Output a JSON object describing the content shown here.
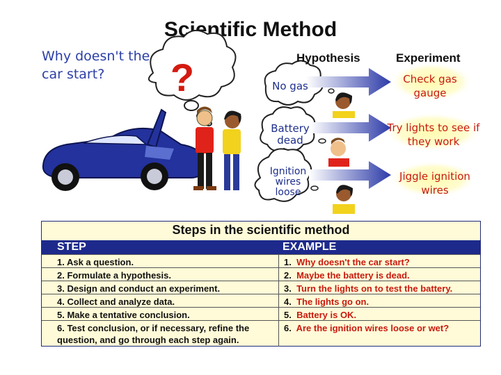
{
  "title": "Scientific Method",
  "question": "Why doesn't the car start?",
  "question_mark": "?",
  "headers": {
    "hypothesis": "Hypothesis",
    "experiment": "Experiment"
  },
  "hypotheses": [
    "No gas",
    "Battery dead",
    "Ignition wires loose"
  ],
  "experiments": [
    "Check gas gauge",
    "Try lights to see if they work",
    "Jiggle ignition wires"
  ],
  "table": {
    "title": "Steps in the scientific method",
    "step_header": "STEP",
    "example_header": "EXAMPLE",
    "rows": [
      {
        "step": "1.  Ask a question.",
        "num": "1.",
        "example": "Why doesn't the car start?"
      },
      {
        "step": "2.  Formulate a hypothesis.",
        "num": "2.",
        "example": "Maybe the battery is dead."
      },
      {
        "step": "3.  Design and conduct an experiment.",
        "num": "3.",
        "example": "Turn the lights on to test the battery."
      },
      {
        "step": "4.  Collect and analyze data.",
        "num": "4.",
        "example": "The lights go on."
      },
      {
        "step": "5.  Make a tentative conclusion.",
        "num": "5.",
        "example": "Battery is OK."
      },
      {
        "step": "6.  Test conclusion, or if necessary, refine the question, and go through each step again.",
        "num": "6.",
        "example": "Are the ignition wires loose or wet?"
      }
    ]
  },
  "colors": {
    "blue_text": "#2b3fa6",
    "red_text": "#c81a0f",
    "header_bg": "#1d2a8c",
    "table_bg": "#fffbd8",
    "car": "#23329c"
  }
}
